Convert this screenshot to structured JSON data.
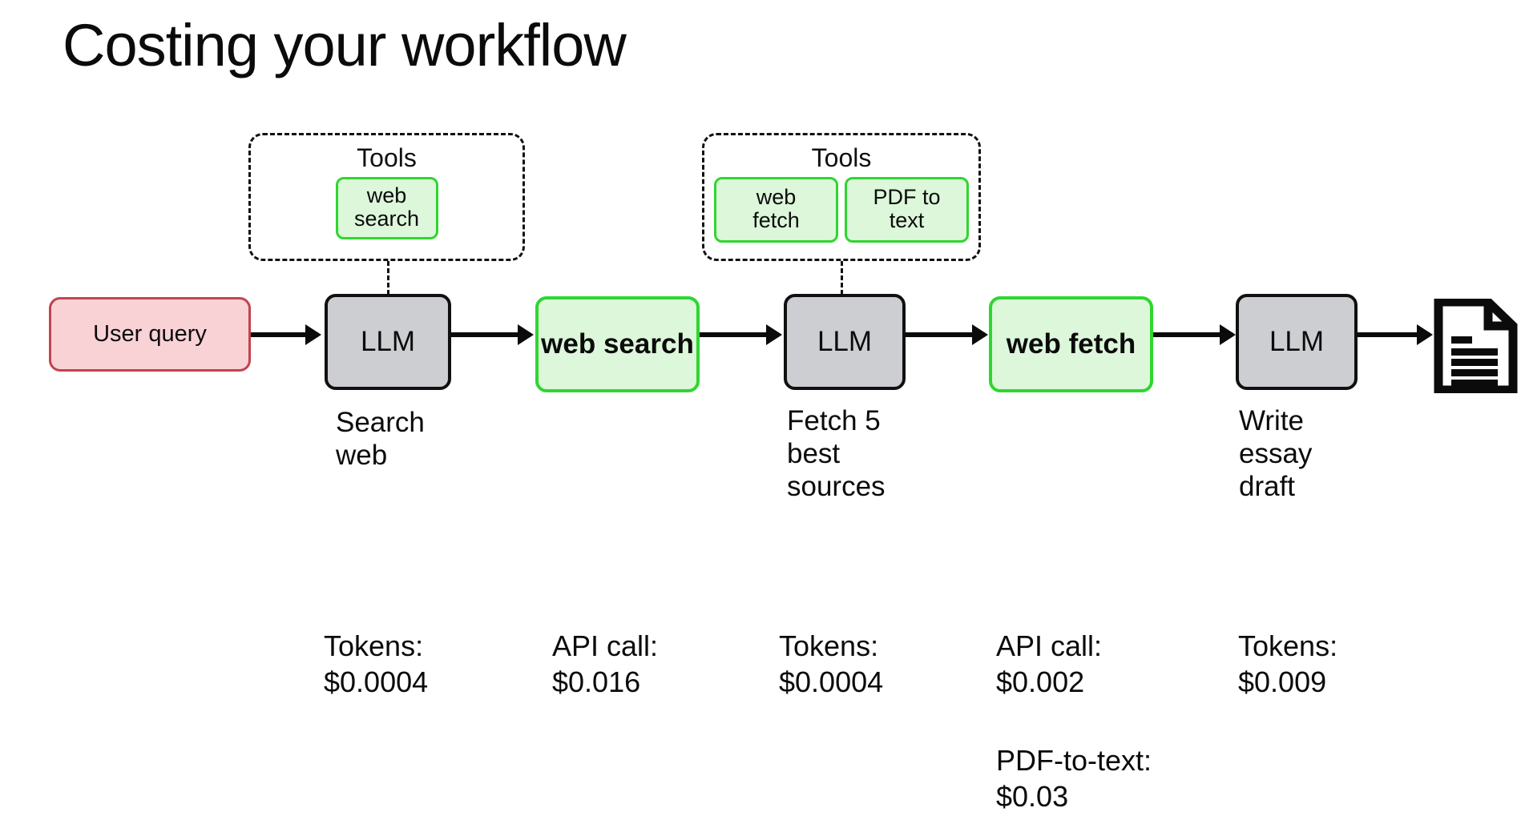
{
  "slide": {
    "title": "Costing your workflow",
    "background_color": "#ffffff"
  },
  "colors": {
    "llm_fill": "#ccced2",
    "llm_border": "#101010",
    "tool_fill": "#dcf7da",
    "tool_border": "#2fd62f",
    "user_fill": "#f9d2d6",
    "user_border": "#c1434f",
    "text": "#0b0b0b"
  },
  "tool_groups": [
    {
      "label": "Tools",
      "tools": [
        {
          "line1": "web",
          "line2": "search"
        }
      ]
    },
    {
      "label": "Tools",
      "tools": [
        {
          "line1": "web",
          "line2": "fetch"
        },
        {
          "line1": "PDF to",
          "line2": "text"
        }
      ]
    }
  ],
  "flow": {
    "nodes": [
      {
        "id": "user-query",
        "type": "user",
        "label": "User query",
        "line1": "User query",
        "line2": ""
      },
      {
        "id": "llm-1",
        "type": "llm",
        "label": "LLM",
        "line1": "LLM",
        "line2": ""
      },
      {
        "id": "web-search",
        "type": "tooluse",
        "label": "web search",
        "line1": "web",
        "line2": "search"
      },
      {
        "id": "llm-2",
        "type": "llm",
        "label": "LLM",
        "line1": "LLM",
        "line2": ""
      },
      {
        "id": "web-fetch",
        "type": "tooluse",
        "label": "web fetch",
        "line1": "web",
        "line2": "fetch"
      },
      {
        "id": "llm-3",
        "type": "llm",
        "label": "LLM",
        "line1": "LLM",
        "line2": ""
      },
      {
        "id": "output-doc",
        "type": "icon",
        "label": "document",
        "line1": "",
        "line2": ""
      }
    ]
  },
  "captions": [
    {
      "for": "llm-1",
      "line1": "Search",
      "line2": "web",
      "line3": ""
    },
    {
      "for": "llm-2",
      "line1": "Fetch 5",
      "line2": "best",
      "line3": "sources"
    },
    {
      "for": "llm-3",
      "line1": "Write",
      "line2": "essay",
      "line3": "draft"
    }
  ],
  "costs": [
    {
      "for": "llm-1",
      "label": "Tokens:",
      "amount": "$0.0004"
    },
    {
      "for": "web-search",
      "label": "API call:",
      "amount": "$0.016"
    },
    {
      "for": "llm-2",
      "label": "Tokens:",
      "amount": "$0.0004"
    },
    {
      "for": "web-fetch",
      "label": "API call:",
      "amount": "$0.002"
    },
    {
      "for": "llm-3",
      "label": "Tokens:",
      "amount": "$0.009"
    }
  ],
  "extra_costs": [
    {
      "for": "web-fetch",
      "label": "PDF-to-text:",
      "amount": "$0.03"
    }
  ]
}
